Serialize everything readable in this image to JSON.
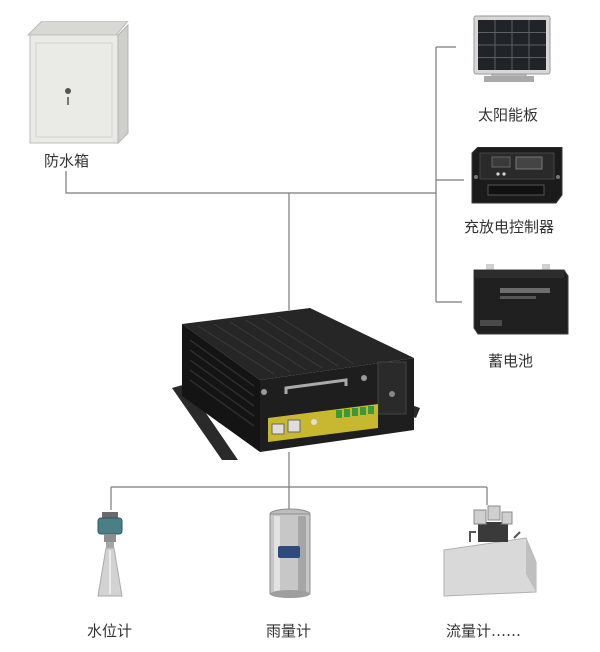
{
  "labels": {
    "cabinet": "防水箱",
    "solar_panel": "太阳能板",
    "charge_controller": "充放电控制器",
    "battery": "蓄电池",
    "water_level": "水位计",
    "rain_gauge": "雨量计",
    "flow_meter": "流量计……"
  },
  "colors": {
    "line": "#7a7a7a",
    "text": "#333333",
    "cabinet": "#e9e9e6",
    "dtu_body": "#222222",
    "dtu_panel": "#c8b830"
  }
}
